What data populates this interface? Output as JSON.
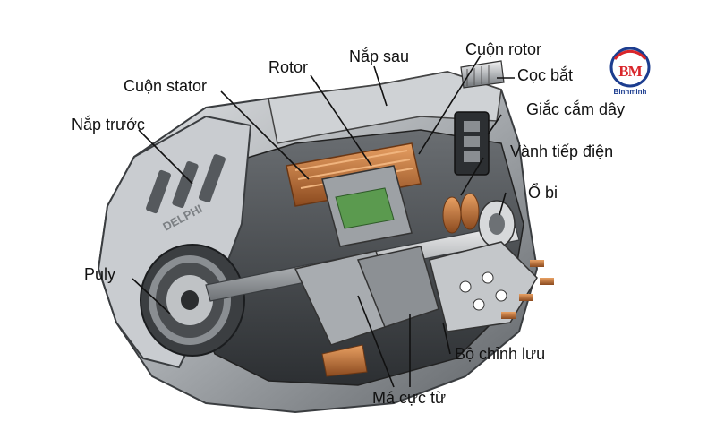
{
  "labels": {
    "rotor": "Rotor",
    "nap_sau": "Nắp sau",
    "cuon_rotor": "Cuộn rotor",
    "cuon_stator": "Cuộn stator",
    "coc_bat": "Cọc bắt",
    "nap_truoc": "Nắp trước",
    "giac_cam_day": "Giắc cắm dây",
    "vanh_tiep_dien": "Vành tiếp điện",
    "o_bi": "Ổ bi",
    "puly": "Puly",
    "bo_chinh_luu": "Bộ chỉnh lưu",
    "ma_cuc_tu": "Má cực từ"
  },
  "casing_text": "DELPHI",
  "logo": {
    "mark": "BM",
    "name": "Binhminh"
  },
  "colors": {
    "metal": "#b9bcbf",
    "metal_dark": "#5e6266",
    "copper": "#c8763a",
    "green": "#4f9a4a",
    "logo_red": "#d9262b",
    "logo_blue": "#1c3d8f"
  }
}
